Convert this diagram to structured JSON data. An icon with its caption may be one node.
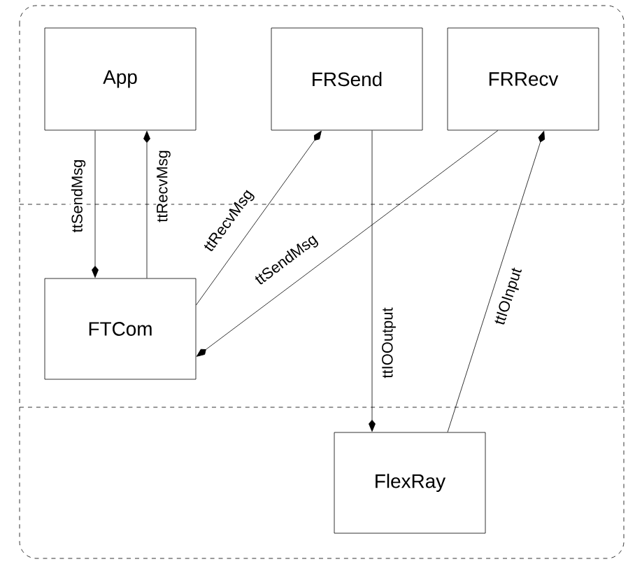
{
  "diagram": {
    "nodes": [
      {
        "text": [
          "App"
        ]
      },
      {
        "text": [
          "FRSend"
        ]
      },
      {
        "text": [
          "FRRecv"
        ]
      },
      {
        "text": [
          "FTCom"
        ]
      },
      {
        "text": [
          "FlexRay"
        ]
      }
    ],
    "edges": [
      {
        "from": 0,
        "to": 3,
        "arrow": "to",
        "label": "ttSendMsg"
      },
      {
        "from": 3,
        "to": 0,
        "arrow": "to",
        "label": "ttRecvMsg"
      },
      {
        "from": 3,
        "to": 1,
        "arrow": "to",
        "label": "ttRecvMsg"
      },
      {
        "from": 2,
        "to": 3,
        "arrow": "to",
        "label": "ttSendMsg"
      },
      {
        "from": 1,
        "to": 4,
        "arrow": "to",
        "label": "ttIOOutput"
      },
      {
        "from": 4,
        "to": 2,
        "arrow": "to",
        "label": "ttIOInput"
      }
    ]
  }
}
